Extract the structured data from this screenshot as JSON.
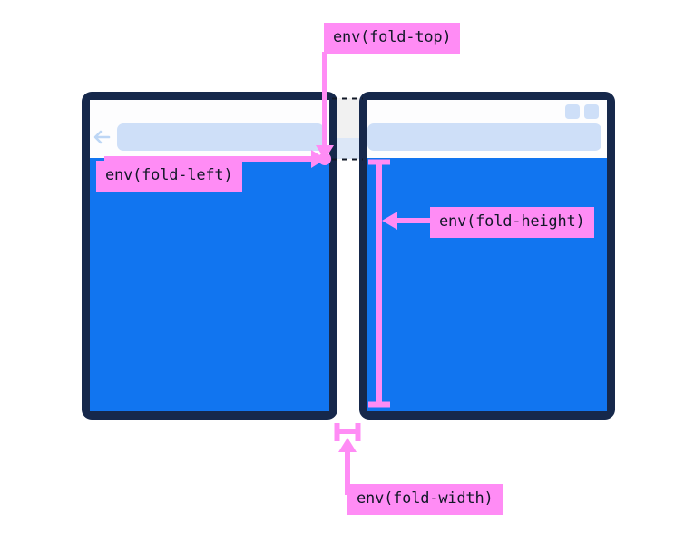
{
  "diagram": {
    "title": "Foldable device CSS viewport-segment environment variables",
    "type": "dual-screen-fold-annotation"
  },
  "colors": {
    "background": "#ffffff",
    "window_frame": "#16284B",
    "window_chrome": "#FDFDFE",
    "url_bar": "#CEDFF8",
    "page_content": "#1175F0",
    "annotation_pink": "#FF8CF5",
    "annotation_text": "#111827",
    "fold_gap_top": "#F1F1F1",
    "fold_gap_bottom": "#DCE7F7",
    "dashed_line": "#111827",
    "back_arrow": "#BDD6F5",
    "window_button": "#CEDFF8"
  },
  "labels": {
    "fold_top": "env(fold-top)",
    "fold_left": "env(fold-left)",
    "fold_height": "env(fold-height)",
    "fold_width": "env(fold-width)"
  },
  "left_window": {
    "name": "left-screen",
    "back_arrow_icon": "arrow-left-icon",
    "url_bar_value": "",
    "url_bar_placeholder": ""
  },
  "right_window": {
    "name": "right-screen",
    "url_bar_value": "",
    "url_bar_placeholder": "",
    "window_buttons": [
      "window-button-1",
      "window-button-2"
    ]
  },
  "fold": {
    "top_marker": "fold-top-dashed-line",
    "bottom_marker": "fold-bottom-dashed-line",
    "height_measure": "fold-height-measure-bar",
    "width_measure": "fold-width-measure-bar",
    "origin_point": "fold-origin-dot"
  }
}
